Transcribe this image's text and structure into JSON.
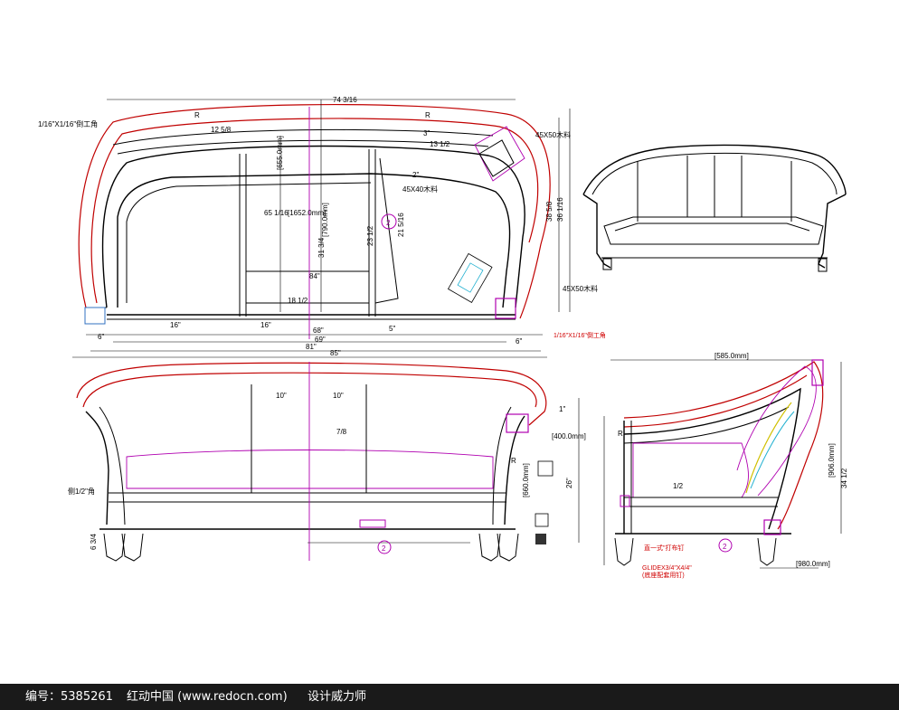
{
  "drawing": {
    "labels": {
      "edge_note_top": "1/16\"X1/16\"倒工角",
      "edge_note_right": "1/16\"X1/16\"倒工角",
      "r_top_left": "R",
      "r_top_right": "R",
      "r_front": "R",
      "r_side": "R",
      "wood_45x50_top": "45X50木料",
      "wood_45x50_bottom": "45X50木料",
      "wood_45x40": "45X40木料",
      "side_note": "侧1/2\"角",
      "red_note_1": "直一式\"打布钉",
      "red_note_2": "GLIDEX3/4\"X4/4\"",
      "red_note_3": "(底座配套用钉)"
    },
    "dims": {
      "top_width": "74 3/16",
      "overall_81": "81\"",
      "overall_85": "85\"",
      "overall_69": "69\"",
      "overall_68": "68\"",
      "d_84": "84\"",
      "d_16a": "16\"",
      "d_16b": "16\"",
      "d_6a": "6\"",
      "d_6b": "6\"",
      "d_5": "5\"",
      "d_3": "3\"",
      "d_2": "2\"",
      "d_10a": "10\"",
      "d_10b": "10\"",
      "mm_1652": "[1652.0mm]",
      "mm_790": "[790.0mm]",
      "mm_655": "[655.0mm]",
      "mm_585": "[585.0mm]",
      "mm_906": "[906.0mm]",
      "mm_980": "[980.0mm]",
      "mm_660": "[660.0mm]",
      "mm_400": "[400.0mm]",
      "d_65": "65 1/16",
      "d_38": "38 5/8",
      "d_36": "36 1/16",
      "d_34": "34 1/2",
      "d_31": "31 3/4",
      "d_26": "26\"",
      "d_23": "23 1/2",
      "d_21": "21 5/16",
      "d_18": "18 1/2",
      "d_13": "13 1/2",
      "d_12": "12 5/8",
      "d_6_3": "6 3/4",
      "d_7_8": "7/8",
      "d_1": "1\"",
      "d_1_2": "1/2"
    },
    "circle_markers": [
      "2",
      "2",
      "2"
    ]
  },
  "footer": {
    "code": "编号：5385261",
    "site": "红动中国 (www.redocn.com)",
    "slogan": "设计威力师"
  }
}
